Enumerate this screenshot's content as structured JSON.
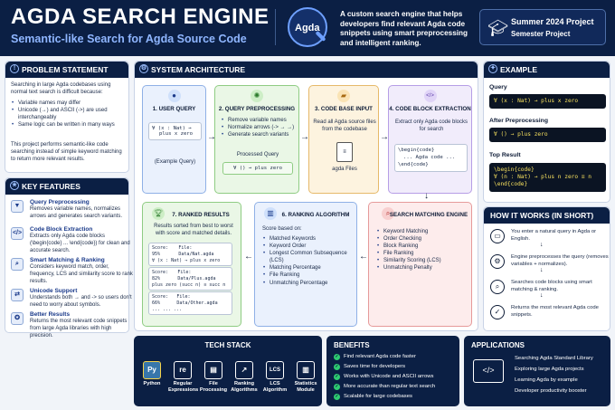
{
  "header": {
    "title": "AGDA SEARCH ENGINE",
    "subtitle": "Semantic-like Search for Agda Source Code",
    "logo_text": "Agda",
    "description": "A custom search engine that helps developers find relevant Agda code snippets using smart preprocessing and intelligent ranking.",
    "project_line1": "Summer 2024 Project",
    "project_line2": "Semester Project"
  },
  "problem": {
    "title": "PROBLEM STATEMENT",
    "intro": "Searching in large Agda codebases using normal text search is difficult because:",
    "bullets": [
      "Variable names may differ",
      "Unicode (→) and ASCII (->) are used interchangeably",
      "Same logic can be written in many ways"
    ],
    "outro": "This project performs semantic-like code searching instead of simple keyword matching to return more relevant results."
  },
  "features": {
    "title": "KEY FEATURES",
    "items": [
      {
        "title": "Query Preprocessing",
        "text": "Removes variable names, normalizes arrows and generates search variants."
      },
      {
        "title": "Code Block Extraction",
        "text": "Extracts only Agda code blocks (\\begin{code} ... \\end{code}) for clean and accurate search."
      },
      {
        "title": "Smart Matching & Ranking",
        "text": "Considers keyword match, order, frequency, LCS and similarity score to rank results."
      },
      {
        "title": "Unicode Support",
        "text": "Understands both → and -> so users don't need to worry about symbols."
      },
      {
        "title": "Better Results",
        "text": "Returns the most relevant code snippets from large Agda libraries with high precision."
      }
    ]
  },
  "architecture": {
    "title": "SYSTEM ARCHITECTURE",
    "user_query": {
      "title": "1. USER QUERY",
      "code1": "∀ (x : Nat) →",
      "code2": "plus x zero",
      "caption": "(Example Query)"
    },
    "preprocessing": {
      "title": "2. QUERY PREPROCESSING",
      "bullets": [
        "Remove variable names",
        "Normalize arrows (-> → →)",
        "Generate search variants"
      ],
      "caption": "Processed Query",
      "code": "∀ () → plus zero"
    },
    "code_base": {
      "title": "3. CODE BASE INPUT",
      "text": "Read all Agda source files from the codebase",
      "caption": "agda Files"
    },
    "extraction": {
      "title": "4. CODE BLOCK EXTRACTION",
      "text": "Extract only Agda code blocks for search",
      "code1": "\\begin{code}",
      "code2": "... Agda code ...",
      "code3": "\\end{code}"
    },
    "matching": {
      "title": "SEARCH MATCHING ENGINE",
      "items": [
        "Keyword Matching",
        "Order Checking",
        "Block Ranking",
        "File Ranking",
        "Similarity Scoring (LCS)",
        "Unmatching Penalty"
      ]
    },
    "ranking": {
      "title": "6. RANKING ALGORITHM",
      "intro": "Score based on:",
      "items": [
        "Matched Keywords",
        "Keyword Order",
        "Longest Common Subsequence (LCS)",
        "Matching Percentage",
        "File Ranking",
        "Unmatching Percentage"
      ]
    },
    "ranked": {
      "title": "7. RANKED RESULTS",
      "text": "Results sorted from best to worst with score and matched details.",
      "rows": [
        {
          "score": "Score: 95%",
          "file": "File: Data/Nat.agda",
          "code": "∀ (x : Nat) → plus x zero"
        },
        {
          "score": "Score: 82%",
          "file": "File: Data/Plus.agda",
          "code": "plus zero (succ n) ≡ succ n"
        },
        {
          "score": "Score: 66%",
          "file": "File: Data/Other.agda",
          "code": "... ... ..."
        }
      ]
    }
  },
  "example": {
    "title": "EXAMPLE",
    "query_label": "Query",
    "query_code": "∀ (x : Nat) → plus x zero",
    "after_label": "After Preprocessing",
    "after_code": "∀ () → plus zero",
    "top_label": "Top Result",
    "top_code1": "\\begin{code}",
    "top_code2": "∀ (n : Nat) → plus n zero ≡ n",
    "top_code3": "\\end{code}"
  },
  "how": {
    "title": "HOW IT WORKS (IN SHORT)",
    "steps": [
      "You enter a natural query in Agda or English.",
      "Engine preprocesses the query (removes variables + normalizes).",
      "Searches code blocks using smart matching & ranking.",
      "Returns the most relevant Agda code snippets."
    ]
  },
  "tech": {
    "title": "TECH STACK",
    "items": [
      {
        "label": "Python",
        "glyph": "Py"
      },
      {
        "label": "Regular Expressions",
        "glyph": "re"
      },
      {
        "label": "File Processing",
        "glyph": "▤"
      },
      {
        "label": "Ranking Algorithms",
        "glyph": "↗"
      },
      {
        "label": "LCS Algorithm",
        "glyph": "LCS"
      },
      {
        "label": "Statistics Module",
        "glyph": "▥"
      }
    ]
  },
  "benefits": {
    "title": "BENEFITS",
    "items": [
      "Find relevant Agda code faster",
      "Saves time for developers",
      "Works with Unicode and ASCII arrows",
      "More accurate than regular text search",
      "Scalable for large codebases"
    ]
  },
  "applications": {
    "title": "APPLICATIONS",
    "items": [
      "Searching Agda Standard Library",
      "Exploring large Agda projects",
      "Learning Agda by example",
      "Developer productivity booster"
    ]
  }
}
